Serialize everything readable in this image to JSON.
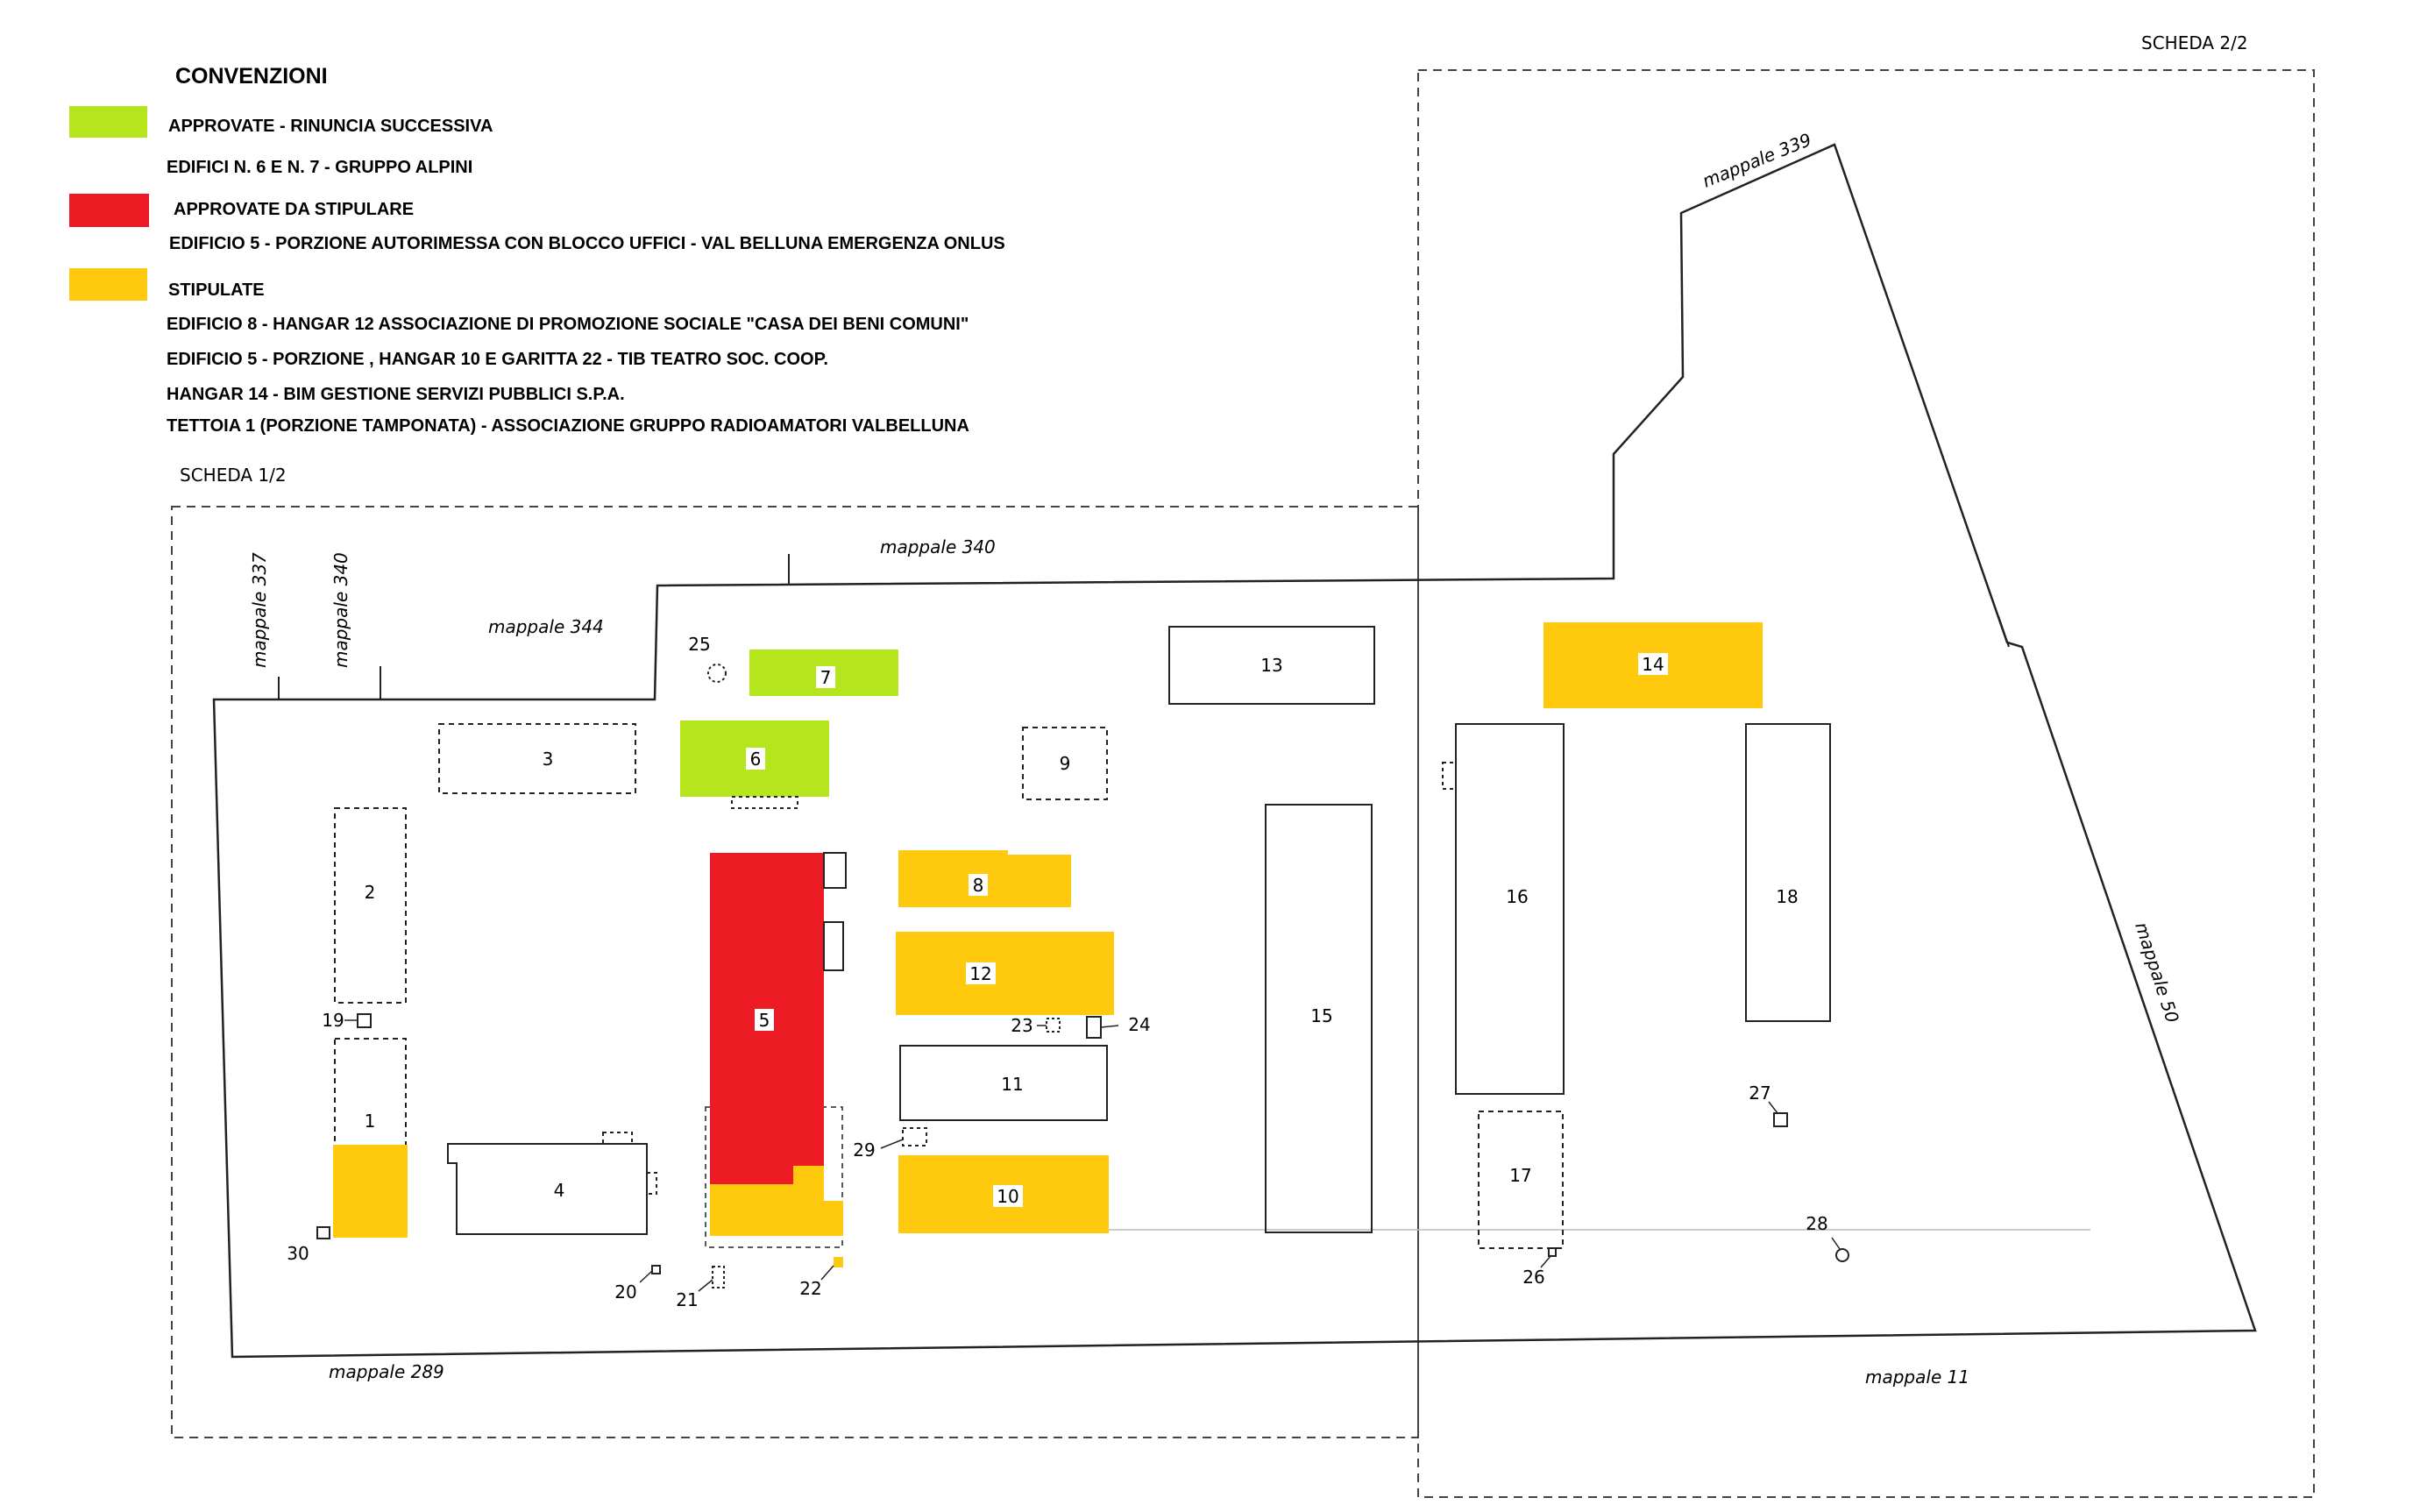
{
  "legend": {
    "title": "CONVENZIONI",
    "colors": {
      "approvate_rinuncia": "#b5e61d",
      "approvate_stipulare": "#ed1c24",
      "stipulate": "#ffc90e"
    },
    "green_label": "APPROVATE - RINUNCIA SUCCESSIVA",
    "green_detail": "EDIFICI N. 6 E N. 7 - GRUPPO ALPINI",
    "red_label": "APPROVATE DA STIPULARE",
    "red_detail": "EDIFICIO 5 - PORZIONE AUTORIMESSA CON BLOCCO UFFICI - VAL BELLUNA EMERGENZA ONLUS",
    "yellow_label": "STIPULATE",
    "yellow_details": [
      "EDIFICIO 8 -  HANGAR 12   ASSOCIAZIONE DI PROMOZIONE SOCIALE \"CASA DEI  BENI COMUNI\"",
      "EDIFICIO 5 - PORZIONE , HANGAR 10 E GARITTA 22  - TIB TEATRO SOC. COOP.",
      "HANGAR 14 - BIM GESTIONE SERVIZI PUBBLICI S.P.A.",
      "TETTOIA 1 (PORZIONE TAMPONATA) - ASSOCIAZIONE  GRUPPO RADIOAMATORI VALBELLUNA"
    ]
  },
  "sheets": {
    "sheet1": "SCHEDA 1/2",
    "sheet2": "SCHEDA 2/2"
  },
  "parcels": {
    "p337": "mappale 337",
    "p340_vertical": "mappale 340",
    "p344": "mappale 344",
    "p340_top": "mappale 340",
    "p339": "mappale 339",
    "p50": "mappale 50",
    "p289": "mappale 289",
    "p11": "mappale 11"
  },
  "buildings": {
    "b1": "1",
    "b2": "2",
    "b3": "3",
    "b4": "4",
    "b5": "5",
    "b6": "6",
    "b7": "7",
    "b8": "8",
    "b9": "9",
    "b10": "10",
    "b11": "11",
    "b12": "12",
    "b13": "13",
    "b14": "14",
    "b15": "15",
    "b16": "16",
    "b17": "17",
    "b18": "18",
    "b19": "19",
    "b20": "20",
    "b21": "21",
    "b22": "22",
    "b23": "23",
    "b24": "24",
    "b25": "25",
    "b26": "26",
    "b27": "27",
    "b28": "28",
    "b29": "29",
    "b30": "30"
  }
}
